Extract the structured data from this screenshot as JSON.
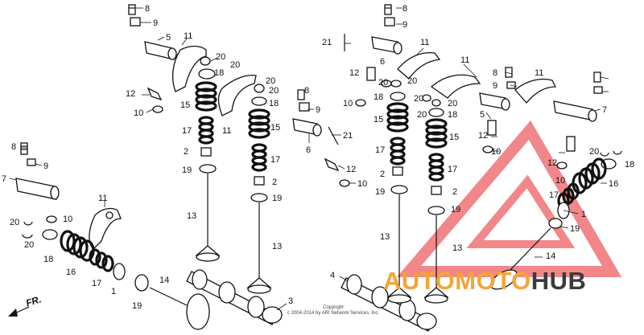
{
  "diagram": {
    "callouts": {
      "c8a": "8",
      "c9a": "9",
      "c5a": "5",
      "c11a": "11",
      "c20a": "20",
      "c20b": "20",
      "c18a": "18",
      "c12a": "12",
      "c10a": "10",
      "c15a": "15",
      "c17a": "17",
      "c2a": "2",
      "c19a": "19",
      "c13a": "13",
      "c20c": "20",
      "c20d": "20",
      "c18b": "18",
      "c11b": "11",
      "c15b": "15",
      "c8b": "8",
      "c9b": "9",
      "c6a": "6",
      "c21a": "21",
      "c17b": "17",
      "c12b": "12",
      "c10b": "10",
      "c2b": "2",
      "c19b": "19",
      "c13b": "13",
      "c3": "3",
      "c8c": "8",
      "c9c": "9",
      "c7a": "7",
      "c11c": "11",
      "c20e": "20",
      "c10c": "10",
      "c20f": "20",
      "c18c": "18",
      "c16a": "16",
      "c17c": "17",
      "c1a": "1",
      "c19c": "19",
      "c14a": "14",
      "c8d": "8",
      "c9d": "9",
      "c21b": "21",
      "c11d": "11",
      "c6b": "6",
      "c12c": "12",
      "c20g": "20",
      "c20h": "20",
      "c10d": "10",
      "c18d": "18",
      "c20i": "20",
      "c20j": "20",
      "c11e": "11",
      "c15c": "15",
      "c17d": "17",
      "c2c": "2",
      "c19d": "19",
      "c13c": "13",
      "c4": "4",
      "c18e": "18",
      "c20k": "20",
      "c15d": "15",
      "c5b": "5",
      "c12d": "12",
      "c10e": "10",
      "c17e": "17",
      "c2d": "2",
      "c19e": "19",
      "c13d": "13",
      "c14b": "14",
      "c8e": "8",
      "c9e": "9",
      "c11f": "11",
      "c7b": "7",
      "c12e": "12",
      "c10f": "10",
      "c20l": "20",
      "c18f": "18",
      "c16b": "16",
      "c17f": "17",
      "c1b": "1",
      "c19f": "19"
    },
    "front_marker": "FR.",
    "copyright": [
      "Copyright",
      "c 2004-2014 by ARI Network Services, Inc."
    ]
  },
  "watermark": {
    "brand_part1": "AUTOMOTO",
    "brand_part2": "HUB",
    "accent_color": "#f6a437",
    "triangle_color": "#e8262b",
    "dark_color": "#3b3b3b"
  }
}
